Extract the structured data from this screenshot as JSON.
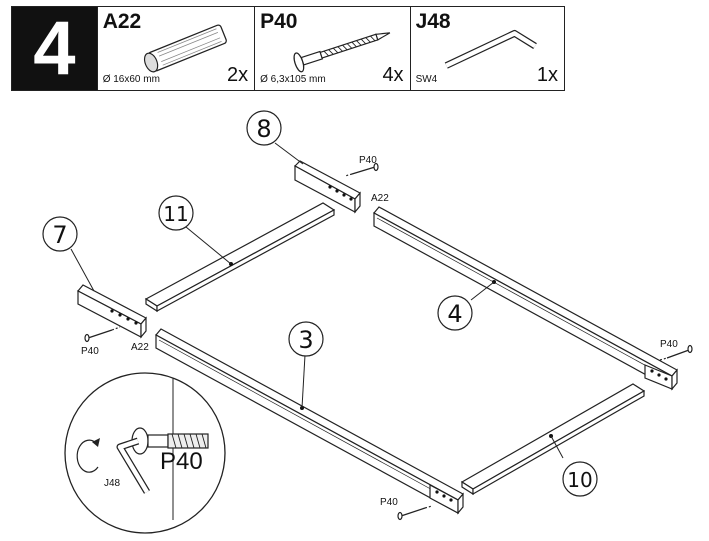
{
  "step": {
    "number": "4"
  },
  "parts": [
    {
      "code": "A22",
      "spec": "Ø 16x60 mm",
      "qty": "2x",
      "icon": "dowel-icon"
    },
    {
      "code": "P40",
      "spec": "Ø 6,3x105 mm",
      "qty": "4x",
      "icon": "screw-icon"
    },
    {
      "code": "J48",
      "spec": "SW4",
      "qty": "1x",
      "icon": "allen-key-icon"
    }
  ],
  "callouts": {
    "part_3": "3",
    "part_4": "4",
    "part_7": "7",
    "part_8": "8",
    "part_10": "10",
    "part_11": "11"
  },
  "labels": {
    "screw_top": "P40",
    "dowel_top": "A22",
    "screw_left": "P40",
    "dowel_left": "A22",
    "screw_right": "P40",
    "screw_bottom": "P40"
  },
  "detail": {
    "screw_label": "P40",
    "key_label": "J48"
  }
}
